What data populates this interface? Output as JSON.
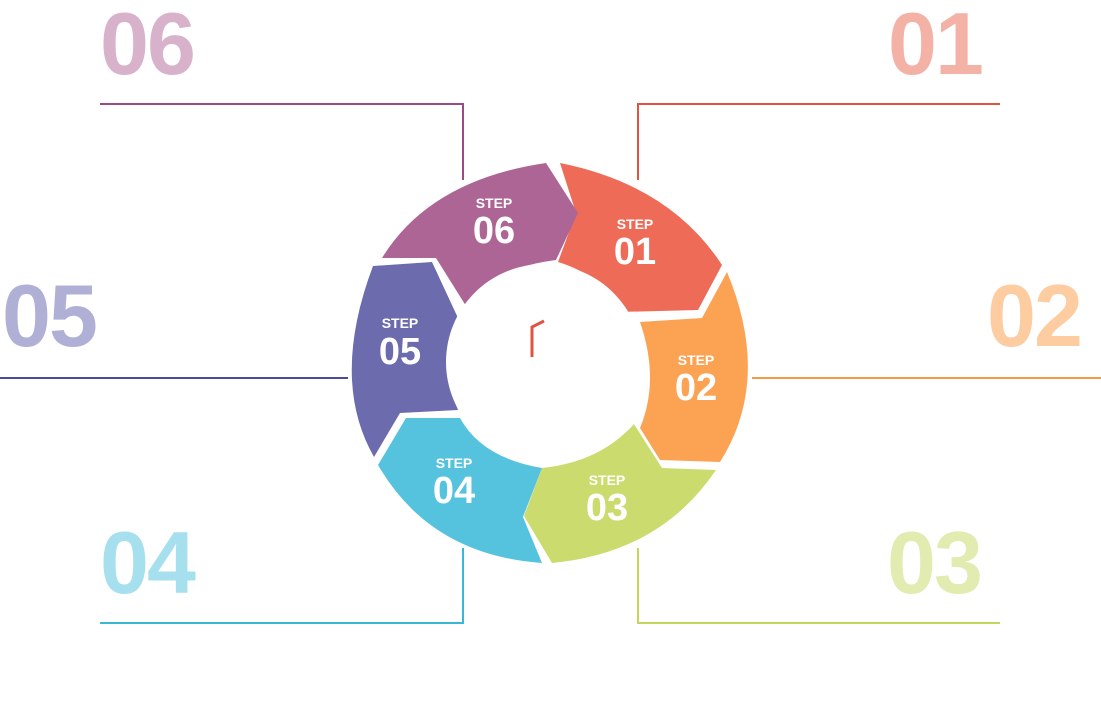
{
  "center_mark": "「",
  "step_word": "STEP",
  "steps": [
    {
      "num": "01",
      "color": "#EE6B58",
      "light": "#F4B1A6",
      "line": "#E0533F"
    },
    {
      "num": "02",
      "color": "#FBA253",
      "light": "#FDCCA0",
      "line": "#F79A48"
    },
    {
      "num": "03",
      "color": "#CCDB6E",
      "light": "#E2EBB0",
      "line": "#C3D55A"
    },
    {
      "num": "04",
      "color": "#55C3DE",
      "light": "#A6E0EE",
      "line": "#39B7D6"
    },
    {
      "num": "05",
      "color": "#6B6BAD",
      "light": "#B0B0D6",
      "line": "#4B4B9C"
    },
    {
      "num": "06",
      "color": "#AD6595",
      "light": "#D8B2CB",
      "line": "#9A4A86"
    }
  ]
}
